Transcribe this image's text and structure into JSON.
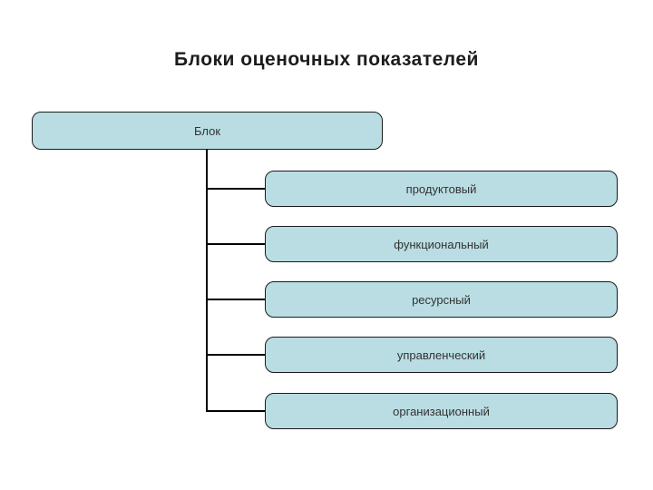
{
  "title": "Блоки оценочных показателей",
  "diagram": {
    "root": {
      "label": "Блок"
    },
    "children": [
      {
        "label": "продуктовый"
      },
      {
        "label": "функциональный"
      },
      {
        "label": "ресурсный"
      },
      {
        "label": "управленческий"
      },
      {
        "label": "организационный"
      }
    ],
    "colors": {
      "page_background": "#ffffff",
      "box_fill": "#b9dde3",
      "box_border": "#1a1a1a",
      "box_text": "#333333",
      "title_text": "#1c1c1c",
      "connector": "#000000"
    }
  }
}
